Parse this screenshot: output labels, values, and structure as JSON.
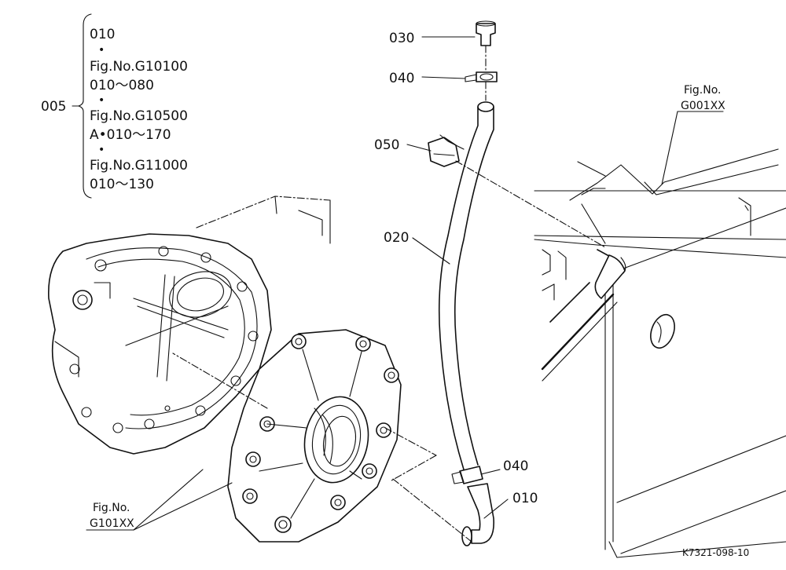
{
  "callouts": {
    "p030": "030",
    "p040a": "040",
    "p050": "050",
    "p020": "020",
    "p040b": "040",
    "p010": "010",
    "p005": "005"
  },
  "bracket_lines": [
    "010",
    "•",
    "Fig.No.G10100",
    "010～080",
    "•",
    "Fig.No.G10500",
    "A•010～170",
    "•",
    "Fig.No.G11000",
    "010～130"
  ],
  "figrefs": {
    "right_line1": "Fig.No.",
    "right_line2": "G001XX",
    "left_line1": "Fig.No.",
    "left_line2": "G101XX"
  },
  "drawing_code": "K7321-098-10"
}
